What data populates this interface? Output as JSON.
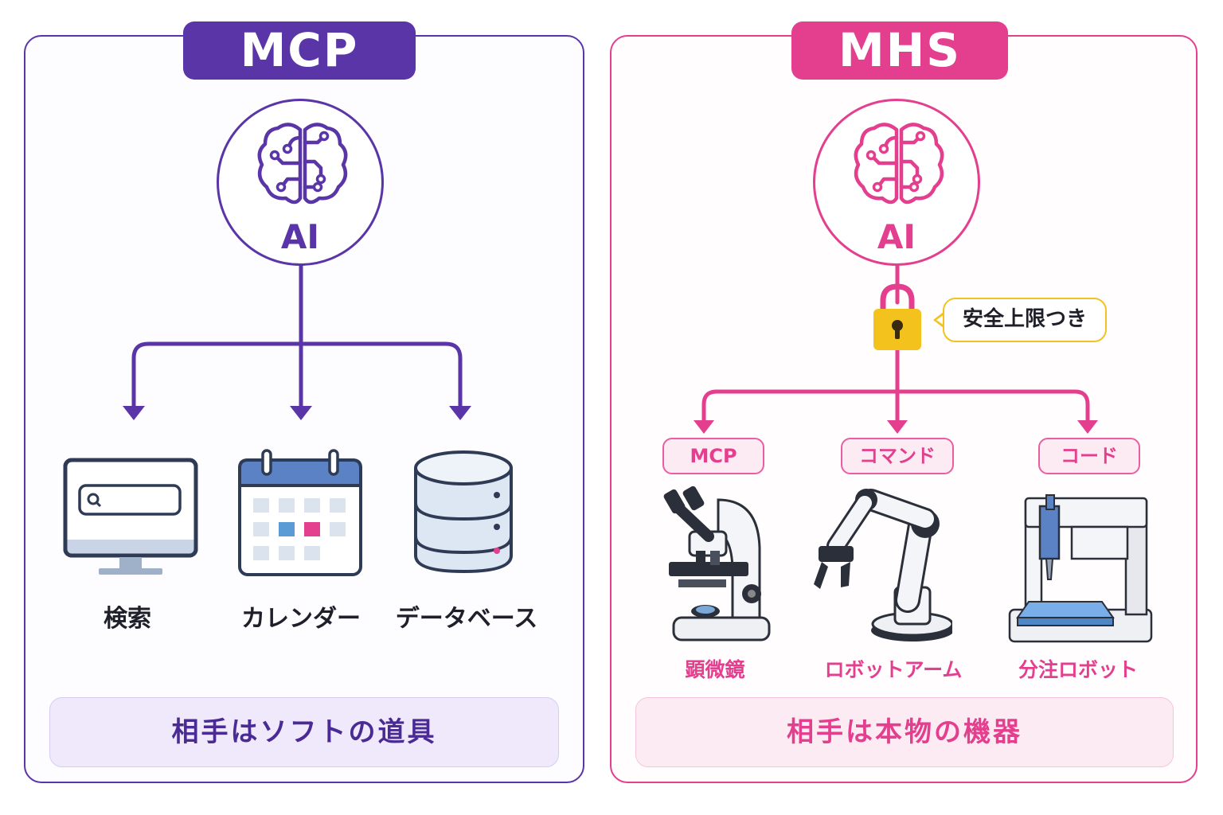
{
  "left_panel": {
    "title": "MCP",
    "ai_label": "AI",
    "tools": [
      {
        "label": "検索",
        "icon": "search-monitor-icon"
      },
      {
        "label": "カレンダー",
        "icon": "calendar-icon"
      },
      {
        "label": "データベース",
        "icon": "database-icon"
      }
    ],
    "summary": "相手はソフトの道具"
  },
  "right_panel": {
    "title": "MHS",
    "ai_label": "AI",
    "safety_label": "安全上限つき",
    "interfaces": [
      {
        "tag": "MCP",
        "label": "顕微鏡",
        "icon": "microscope-icon"
      },
      {
        "tag": "コマンド",
        "label": "ロボットアーム",
        "icon": "robot-arm-icon"
      },
      {
        "tag": "コード",
        "label": "分注ロボット",
        "icon": "dispensing-robot-icon"
      }
    ],
    "summary": "相手は本物の機器"
  },
  "colors": {
    "left_accent": "#5a35a8",
    "right_accent": "#e43f8f",
    "lock": "#f4c21d"
  }
}
